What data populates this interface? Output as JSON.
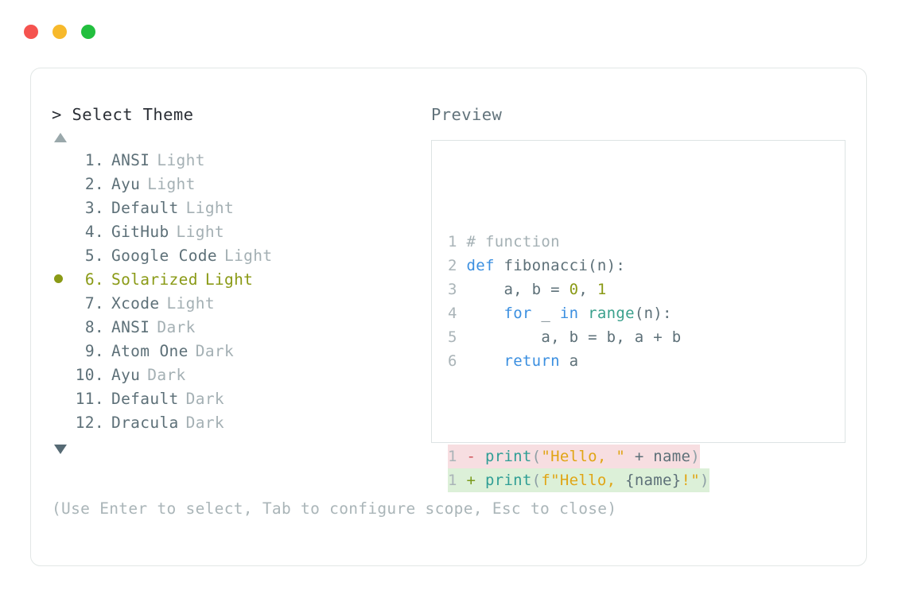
{
  "window": {
    "traffic_lights": [
      {
        "name": "close-button",
        "color": "#f5534f"
      },
      {
        "name": "minimize-button",
        "color": "#f7b92b"
      },
      {
        "name": "maximize-button",
        "color": "#22bf3e"
      }
    ]
  },
  "palette": {
    "selected": "#8a9a16",
    "text": "#5d7078",
    "muted": "#a4b0b4",
    "prompt": "#2b2f36",
    "border": "#e2e7e6",
    "diff_del_bg": "#f7dee1",
    "diff_add_bg": "#dcf0d8",
    "diff_del_sign": "#d1545b",
    "diff_add_sign": "#7a9a1c",
    "keyword": "#3b8fe0",
    "builtin": "#2f9e95",
    "string": "#e0a515",
    "number": "#8a9a16"
  },
  "picker": {
    "prompt": "> Select Theme",
    "scroll_up": "▲",
    "scroll_down": "▼",
    "selected_index": 6,
    "selected_bullet": "●",
    "items": [
      {
        "num": "1.",
        "name": "ANSI",
        "kind": "Light",
        "selected": false
      },
      {
        "num": "2.",
        "name": "Ayu",
        "kind": "Light",
        "selected": false
      },
      {
        "num": "3.",
        "name": "Default",
        "kind": "Light",
        "selected": false
      },
      {
        "num": "4.",
        "name": "GitHub",
        "kind": "Light",
        "selected": false
      },
      {
        "num": "5.",
        "name": "Google Code",
        "kind": "Light",
        "selected": false
      },
      {
        "num": "6.",
        "name": "Solarized",
        "kind": "Light",
        "selected": true
      },
      {
        "num": "7.",
        "name": "Xcode",
        "kind": "Light",
        "selected": false
      },
      {
        "num": "8.",
        "name": "ANSI",
        "kind": "Dark",
        "selected": false
      },
      {
        "num": "9.",
        "name": "Atom One",
        "kind": "Dark",
        "selected": false
      },
      {
        "num": "10.",
        "name": "Ayu",
        "kind": "Dark",
        "selected": false
      },
      {
        "num": "11.",
        "name": "Default",
        "kind": "Dark",
        "selected": false
      },
      {
        "num": "12.",
        "name": "Dracula",
        "kind": "Dark",
        "selected": false
      }
    ]
  },
  "preview": {
    "label": "Preview",
    "code_lines": [
      {
        "n": "1",
        "tokens": [
          {
            "t": "# function",
            "c": "cmt"
          }
        ]
      },
      {
        "n": "2",
        "tokens": [
          {
            "t": "def ",
            "c": "kw"
          },
          {
            "t": "fibonacci(n):",
            "c": "fn"
          }
        ]
      },
      {
        "n": "3",
        "tokens": [
          {
            "t": "    a, b = ",
            "c": "plain"
          },
          {
            "t": "0",
            "c": "num"
          },
          {
            "t": ", ",
            "c": "plain"
          },
          {
            "t": "1",
            "c": "num"
          }
        ]
      },
      {
        "n": "4",
        "tokens": [
          {
            "t": "    ",
            "c": "plain"
          },
          {
            "t": "for",
            "c": "kw"
          },
          {
            "t": " _ ",
            "c": "plain"
          },
          {
            "t": "in",
            "c": "kw"
          },
          {
            "t": " ",
            "c": "plain"
          },
          {
            "t": "range",
            "c": "bi"
          },
          {
            "t": "(n):",
            "c": "plain"
          }
        ]
      },
      {
        "n": "5",
        "tokens": [
          {
            "t": "        a, b = b, a + b",
            "c": "plain"
          }
        ]
      },
      {
        "n": "6",
        "tokens": [
          {
            "t": "    ",
            "c": "plain"
          },
          {
            "t": "return",
            "c": "kw"
          },
          {
            "t": " a",
            "c": "plain"
          }
        ]
      }
    ],
    "diff_lines": [
      {
        "n": "1",
        "sign": "-",
        "type": "del",
        "tokens": [
          {
            "t": "print",
            "c": "call"
          },
          {
            "t": "(",
            "c": "punct"
          },
          {
            "t": "\"Hello, \"",
            "c": "str"
          },
          {
            "t": " + name",
            "c": "plain"
          },
          {
            "t": ")",
            "c": "punct"
          }
        ]
      },
      {
        "n": "1",
        "sign": "+",
        "type": "add",
        "tokens": [
          {
            "t": "print",
            "c": "call"
          },
          {
            "t": "(",
            "c": "punct"
          },
          {
            "t": "f\"Hello, ",
            "c": "str"
          },
          {
            "t": "{name}",
            "c": "plain"
          },
          {
            "t": "!\"",
            "c": "str"
          },
          {
            "t": ")",
            "c": "punct"
          }
        ]
      }
    ]
  },
  "footer": {
    "hint": "(Use Enter to select, Tab to configure scope, Esc to close)"
  }
}
